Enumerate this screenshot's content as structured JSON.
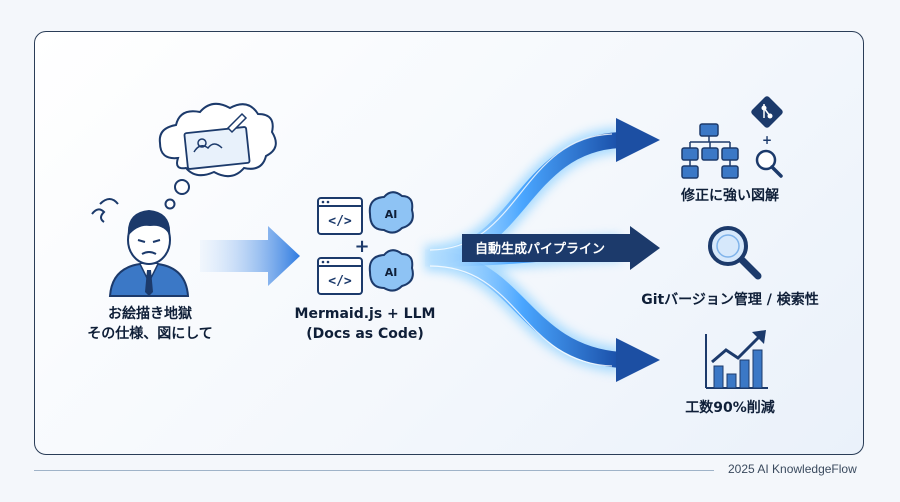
{
  "left": {
    "caption_line1": "お絵描き地獄",
    "caption_line2": "その仕様、図にして"
  },
  "middle": {
    "ai_badge_top": "AI",
    "ai_badge_bottom": "AI",
    "code_tag_top": "</>",
    "code_tag_bottom": "</>",
    "plus": "+",
    "caption_line1": "Mermaid.js + LLM",
    "caption_line2": "(Docs as Code)"
  },
  "pipeline": {
    "label": "自動生成パイプライン"
  },
  "outputs": [
    {
      "label": "修正に強い図解"
    },
    {
      "label": "Gitバージョン管理 / 検索性"
    },
    {
      "label": "工数90%削減"
    }
  ],
  "footer": {
    "text": "2025 AI KnowledgeFlow"
  },
  "colors": {
    "navy": "#1c3a6b",
    "accent_blue": "#2f7be0",
    "glow_blue": "#5ab4ff",
    "text_dark": "#0f1f38"
  }
}
